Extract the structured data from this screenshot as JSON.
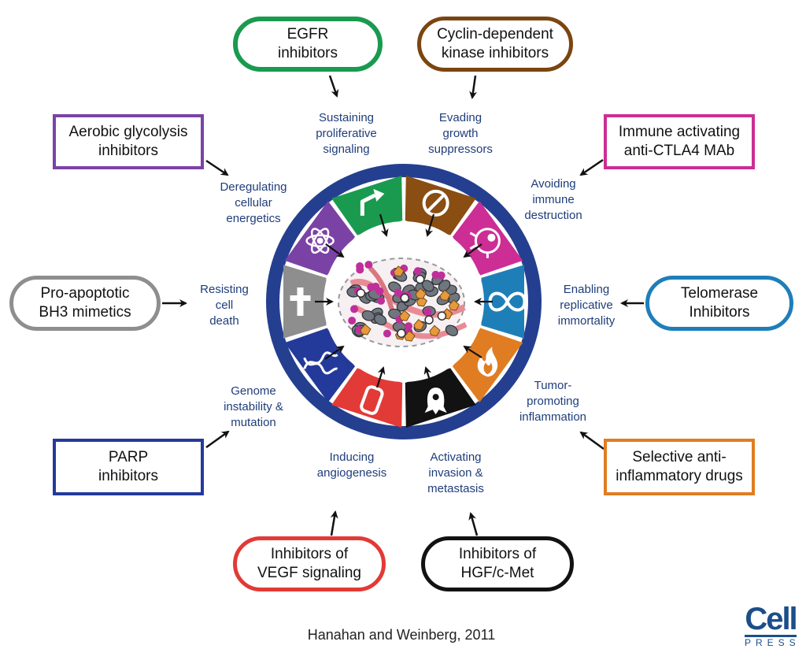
{
  "colors": {
    "ring": "#243f8f",
    "hallmark_text": "#1f3d7a",
    "sustaining": "#1a9a4f",
    "evading": "#8a4e12",
    "immune": "#cc2e95",
    "replicative": "#1e7fb8",
    "inflammation": "#e07d22",
    "invasion": "#121212",
    "angiogenesis": "#e23a36",
    "genome": "#243a9a",
    "cell_death": "#8e8e8e",
    "energetics": "#7b42a5"
  },
  "drugs": [
    {
      "key": "egfr",
      "label": "EGFR\ninhibitors",
      "color": "#1a9a4f"
    },
    {
      "key": "cdk",
      "label": "Cyclin-dependent\nkinase inhibitors",
      "color": "#7a4510"
    },
    {
      "key": "immune",
      "label": "Immune activating\nanti-CTLA4 MAb",
      "color": "#cc2e95"
    },
    {
      "key": "telomerase",
      "label": "Telomerase\nInhibitors",
      "color": "#1e7fb8"
    },
    {
      "key": "anti_inflammatory",
      "label": "Selective anti-\ninflammatory drugs",
      "color": "#e07d22"
    },
    {
      "key": "hgf",
      "label": "Inhibitors of\nHGF/c-Met",
      "color": "#121212"
    },
    {
      "key": "vegf",
      "label": "Inhibitors of\nVEGF signaling",
      "color": "#e23a36"
    },
    {
      "key": "parp",
      "label": "PARP\ninhibitors",
      "color": "#243a9a"
    },
    {
      "key": "bh3",
      "label": "Pro-apoptotic\nBH3 mimetics",
      "color": "#8e8e8e"
    },
    {
      "key": "glycolysis",
      "label": "Aerobic glycolysis\ninhibitors",
      "color": "#7b42a5"
    }
  ],
  "hallmarks": [
    {
      "key": "sustaining",
      "label": "Sustaining\nproliferative\nsignaling",
      "icon": "proliferation-arrow-icon"
    },
    {
      "key": "evading",
      "label": "Evading\ngrowth\nsuppressors",
      "icon": "prohibition-icon"
    },
    {
      "key": "immune",
      "label": "Avoiding\nimmune\ndestruction",
      "icon": "immune-cell-icon"
    },
    {
      "key": "replicative",
      "label": "Enabling\nreplicative\nimmortality",
      "icon": "infinity-icon"
    },
    {
      "key": "inflammation",
      "label": "Tumor-\npromoting\ninflammation",
      "icon": "flame-icon"
    },
    {
      "key": "invasion",
      "label": "Activating\ninvasion &\nmetastasis",
      "icon": "invading-cell-icon"
    },
    {
      "key": "angiogenesis",
      "label": "Inducing\nangiogenesis",
      "icon": "blood-vessel-icon"
    },
    {
      "key": "genome",
      "label": "Genome\ninstability &\nmutation",
      "icon": "dna-icon"
    },
    {
      "key": "cell_death",
      "label": "Resisting\ncell\ndeath",
      "icon": "cross-icon"
    },
    {
      "key": "energetics",
      "label": "Deregulating\ncellular\nenergetics",
      "icon": "atom-icon"
    }
  ],
  "credit": "Hanahan and Weinberg, 2011",
  "logo": {
    "cell": "Cell",
    "press": "PRESS"
  }
}
